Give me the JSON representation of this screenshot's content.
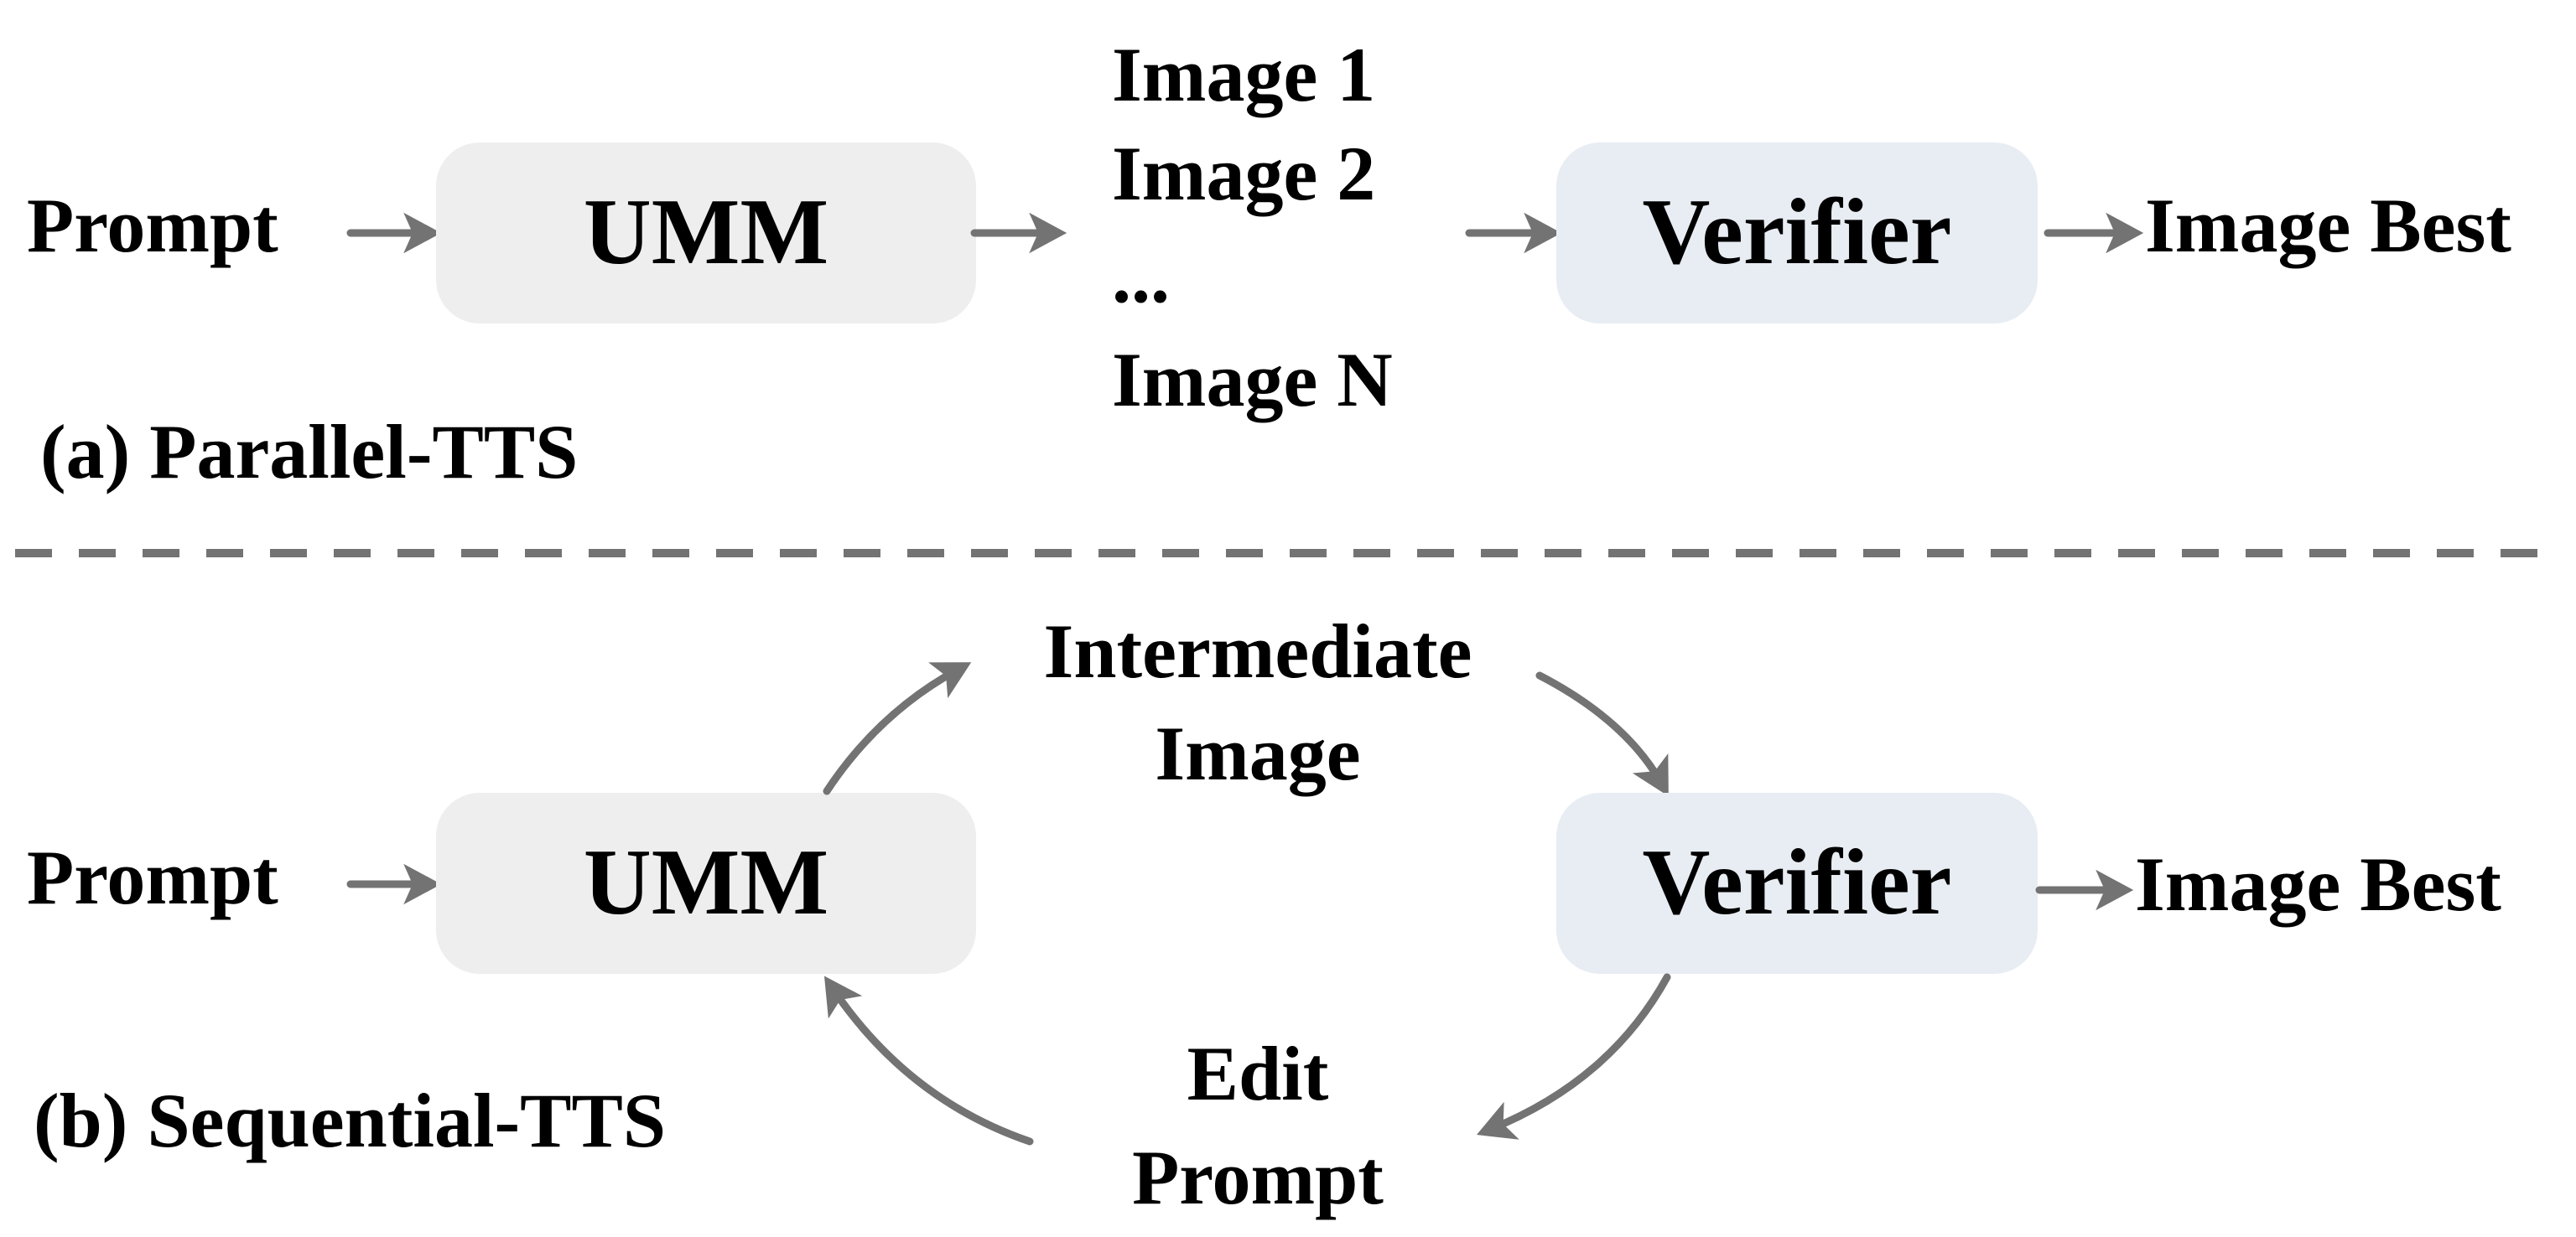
{
  "colors": {
    "umm_box": "#eeeeee",
    "verifier_box": "#e8edf3",
    "arrow": "#737373",
    "caption": "#9b2522",
    "divider": "#737373"
  },
  "parallel": {
    "caption": "(a) Parallel-TTS",
    "prompt": "Prompt",
    "umm": "UMM",
    "images": [
      "Image 1",
      "Image 2",
      "...",
      "Image N"
    ],
    "verifier": "Verifier",
    "output": "Image Best"
  },
  "sequential": {
    "caption": "(b) Sequential-TTS",
    "prompt": "Prompt",
    "umm": "UMM",
    "intermediate_line1": "Intermediate",
    "intermediate_line2": "Image",
    "verifier": "Verifier",
    "output": "Image Best",
    "edit_line1": "Edit",
    "edit_line2": "Prompt"
  }
}
